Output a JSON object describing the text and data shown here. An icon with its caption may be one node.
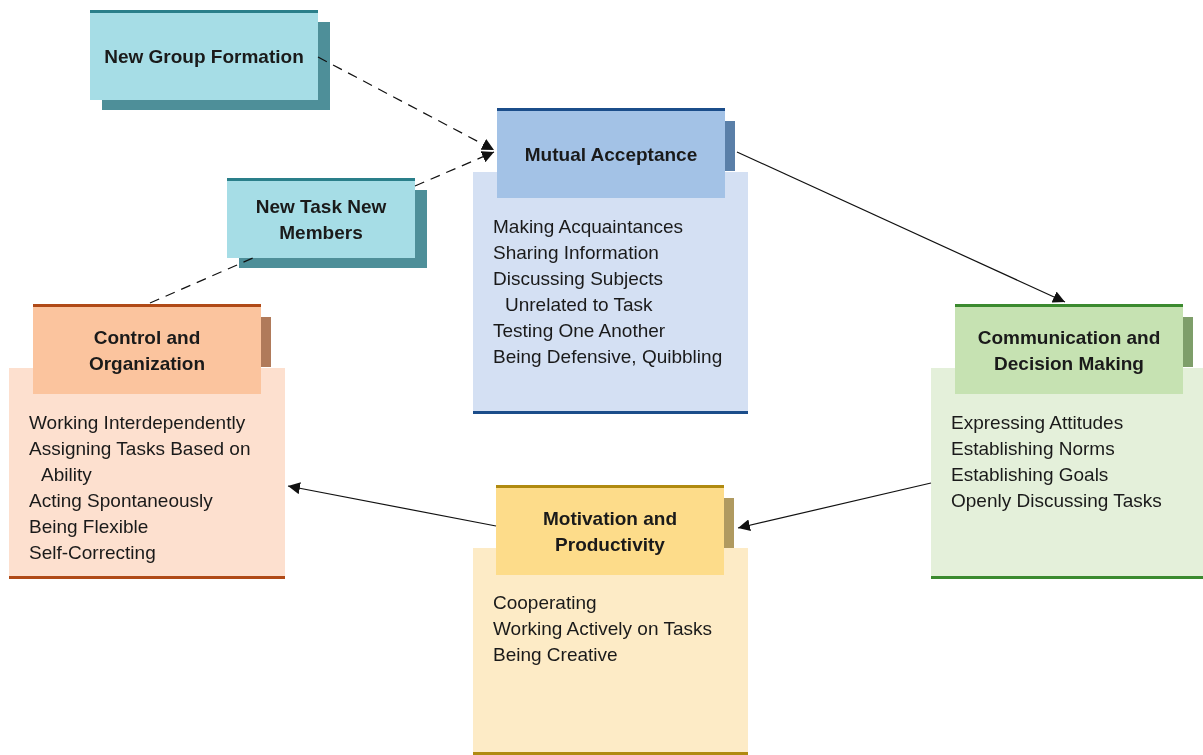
{
  "diagram": {
    "nodes": [
      {
        "text": [
          "New Group Formation"
        ]
      },
      {
        "text": [
          "Mutual Acceptance",
          "Making Acquaintances",
          "Sharing Information",
          "Discussing Subjects Unrelated to Task",
          "Testing One Another",
          "Being Defensive, Quibbling"
        ]
      },
      {
        "text": [
          "New Task New Members"
        ]
      },
      {
        "text": [
          "Control and Organization",
          "Working Interdependently",
          "Assigning Tasks Based on Ability",
          "Acting Spontaneously",
          "Being Flexible",
          "Self-Correcting"
        ]
      },
      {
        "text": [
          "Communication and Decision Making",
          "Expressing Attitudes",
          "Establishing Norms",
          "Establishing Goals",
          "Openly Discussing Tasks"
        ]
      },
      {
        "text": [
          "Motivation and Productivity",
          "Cooperating",
          "Working Actively on Tasks",
          "Being Creative"
        ]
      }
    ],
    "edges": [
      {
        "from": 0,
        "to": 1,
        "arrow": "to",
        "style": "dashed"
      },
      {
        "from": 2,
        "to": 1,
        "arrow": "to",
        "style": "dashed"
      },
      {
        "from": 3,
        "to": 2,
        "arrow": "none",
        "style": "dashed"
      },
      {
        "from": 1,
        "to": 4,
        "arrow": "to"
      },
      {
        "from": 4,
        "to": 5,
        "arrow": "to"
      },
      {
        "from": 5,
        "to": 3,
        "arrow": "to"
      }
    ]
  }
}
